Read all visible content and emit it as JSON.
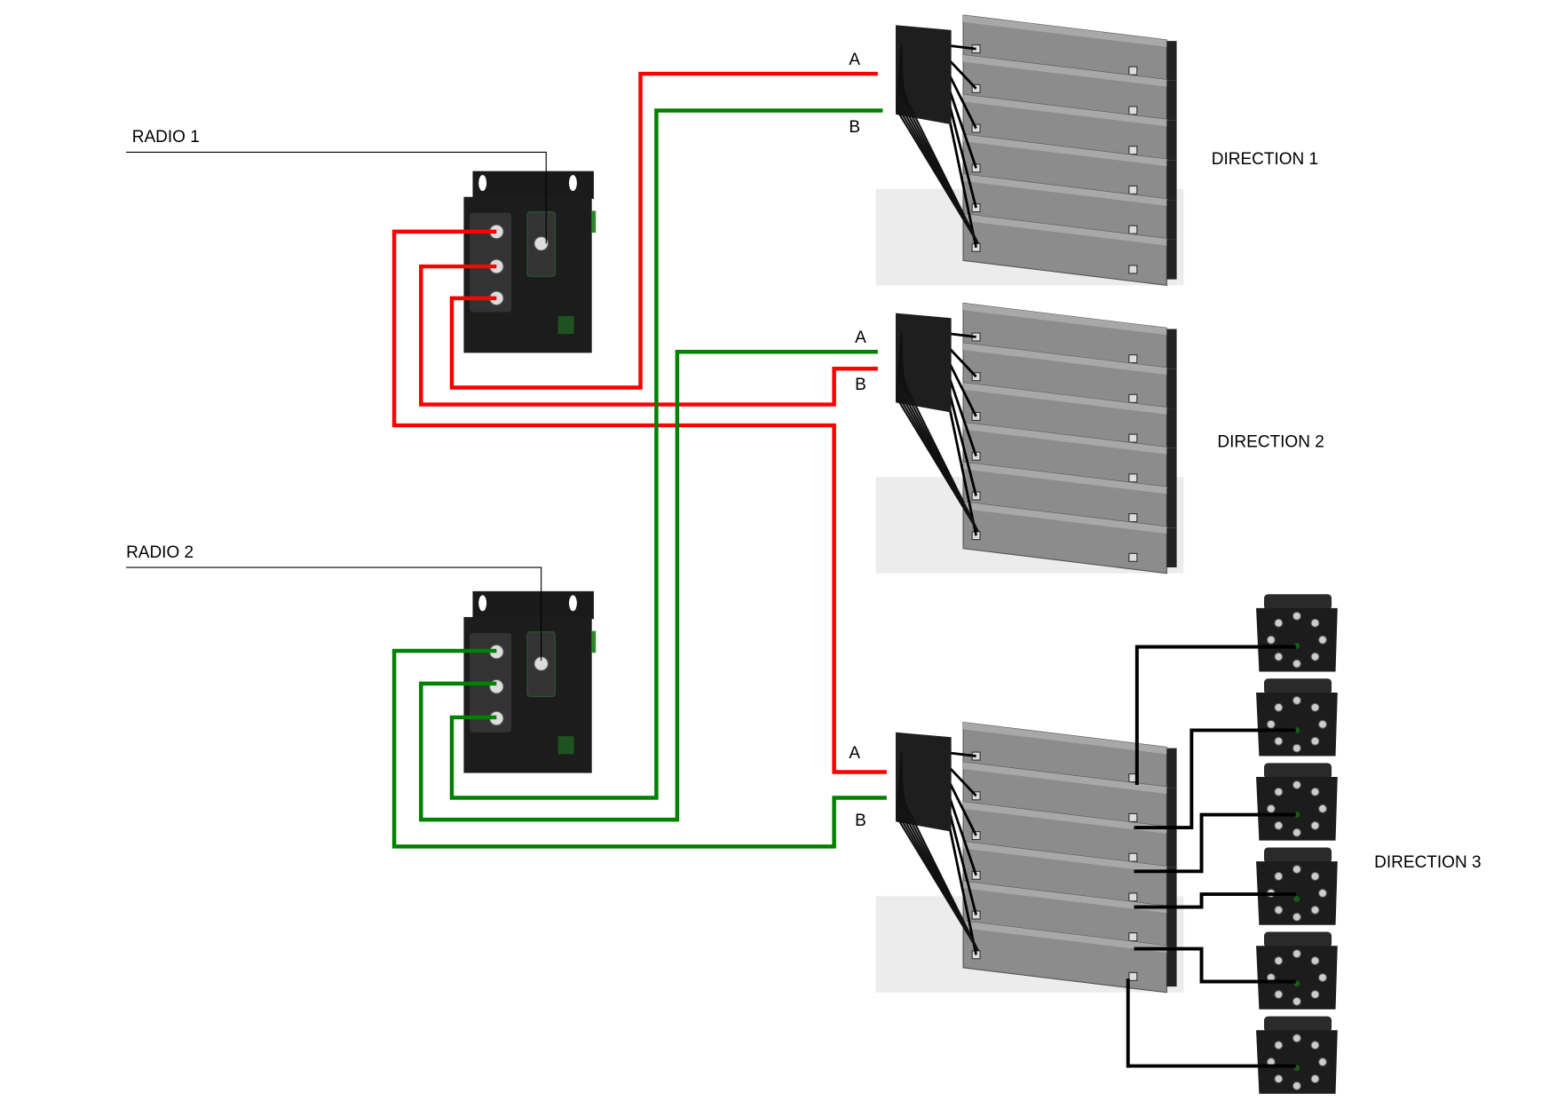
{
  "radios": [
    {
      "label": "RADIO 1",
      "cable_color": "#ff0000"
    },
    {
      "label": "RADIO 2",
      "cable_color": "#008000"
    }
  ],
  "directions": [
    {
      "label": "DIRECTION 1",
      "port_a": "A",
      "port_b": "B"
    },
    {
      "label": "DIRECTION 2",
      "port_a": "A",
      "port_b": "B"
    },
    {
      "label": "DIRECTION 3",
      "port_a": "A",
      "port_b": "B"
    }
  ],
  "colors": {
    "radio1_cable": "#ff0000",
    "radio2_cable": "#008000",
    "splitter_cable": "#000000",
    "module": "#8c8c8c",
    "device": "#1e1e1e"
  }
}
